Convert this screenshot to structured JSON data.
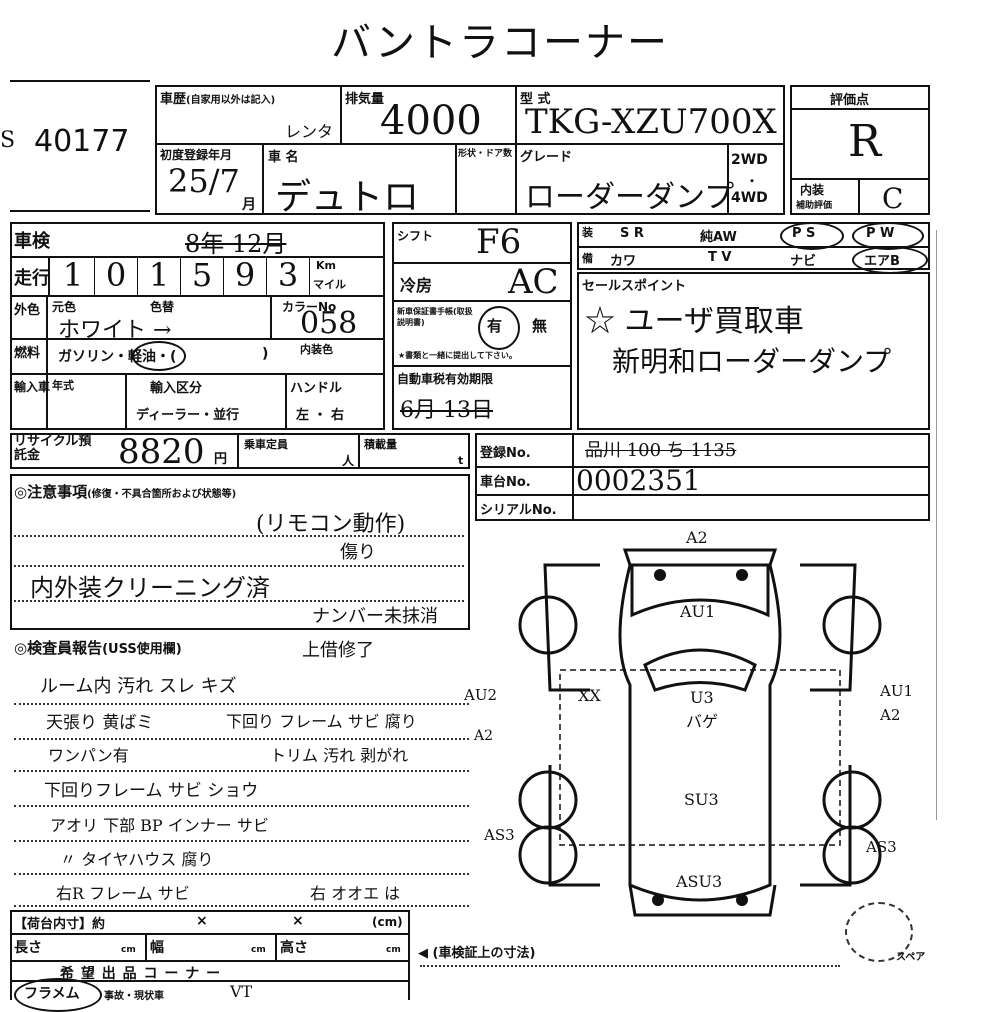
{
  "title": "バントラコーナー",
  "lot": {
    "number": "40177",
    "prefix": "S"
  },
  "history": {
    "label": "車歴",
    "note": "(自家用以外は記入)",
    "value": "レンタ"
  },
  "displacement": {
    "label": "排気量",
    "value": "4000"
  },
  "model": {
    "label": "型 式",
    "value": "TKG-XZU700X"
  },
  "score": {
    "label": "評価点",
    "value": "R"
  },
  "first_reg": {
    "label": "初度登録年月",
    "value": "25/7",
    "unit": "月"
  },
  "car_name": {
    "label": "車 名",
    "value": "デュトロ"
  },
  "shape_label": "形状・ドア数",
  "grade": {
    "label": "グレード",
    "value": "ローダーダンプ"
  },
  "drive": {
    "wd2": "2WD",
    "wd4": "4WD"
  },
  "interior": {
    "label": "内装",
    "sublabel": "補助評価",
    "value": "C"
  },
  "shaken": {
    "label": "車検",
    "value": "8年 12月"
  },
  "mileage": {
    "label": "走行",
    "digits": [
      "1",
      "0",
      "1",
      "5",
      "9",
      "3"
    ],
    "unit_km": "Km",
    "unit_mile": "マイル"
  },
  "shift": {
    "label": "シフト",
    "value": "F6"
  },
  "aircon": {
    "label": "冷房",
    "value": "AC"
  },
  "equip": {
    "items": [
      "装",
      "S R",
      "純AW",
      "P S",
      "P W",
      "備",
      "カワ",
      "T V",
      "ナビ",
      "エアB"
    ]
  },
  "color": {
    "label": "外色",
    "orig_label": "元色",
    "change_label": "色替",
    "value": "ホワイト →",
    "code_label": "カラーNo",
    "code": "058",
    "interior_color_label": "内装色"
  },
  "fuel": {
    "label": "燃料",
    "options": "ガソリン・軽油・(",
    "close": ")"
  },
  "manual": {
    "label": "新車保証書手帳(取扱説明書)",
    "yes": "有",
    "no": "無",
    "note": "★書類と一緒に提出して下さい。"
  },
  "sales_point": {
    "label": "セールスポイント",
    "line1": "☆ ユーザ買取車",
    "line2": "新明和ローダーダンプ"
  },
  "import": {
    "label": "輸入車",
    "year_label": "年式",
    "kbn_label": "輸入区分",
    "kbn_value": "ディーラー・並行",
    "handle_label": "ハンドル",
    "handle_value": "左 ・ 右"
  },
  "tax": {
    "label": "自動車税有効期限",
    "value": "6月 13日"
  },
  "recycle": {
    "label": "リサイクル預託金",
    "value": "8820",
    "unit": "円",
    "capacity_label": "乗車定員",
    "capacity_unit": "人",
    "load_label": "積載量",
    "load_unit": "t"
  },
  "reg_no": {
    "label": "登録No.",
    "value": "品川 100 ち 1135"
  },
  "chassis_no": {
    "label": "車台No.",
    "value": "0002351"
  },
  "serial_no": {
    "label": "シリアルNo."
  },
  "notes": {
    "label": "◎注意事項",
    "sublabel": "(修復・不具合箇所および状態等)",
    "lines": [
      "(リモコン動作)",
      "傷り",
      "内外装クリーニング済",
      "ナンバー未抹消"
    ]
  },
  "inspector": {
    "label": "◎検査員報告",
    "sublabel": "(USS使用欄)",
    "extra": "上借修了",
    "lines": [
      "ルーム内 汚れ スレ キズ",
      "天張り 黄ばミ",
      "下回り フレーム サビ 腐り",
      "ワンパン有",
      "トリム 汚れ 剥がれ",
      "下回りフレーム サビ ショウ",
      "アオリ 下部 BP インナー サビ",
      "〃 タイヤハウス 腐り",
      "右R フレーム サビ",
      "右 オオエ は"
    ]
  },
  "diagram": {
    "labels": [
      "A2",
      "AU1",
      "AU2",
      "A2",
      "XX",
      "U3",
      "バゲ",
      "AU1",
      "A2",
      "SU3",
      "AS3",
      "AS3",
      "ASU3"
    ],
    "spare": "スペア"
  },
  "cargo": {
    "label": "【荷台内寸】約",
    "x1": "×",
    "x2": "×",
    "unit": "(cm)"
  },
  "dims": {
    "length": "長さ",
    "width": "幅",
    "height": "高さ",
    "unit": "cm",
    "note": "(車検証上の寸法)"
  },
  "footer": {
    "label": "希 望 出 品 コ ー ナ ー",
    "frame": "フラメム",
    "accident": "事故・現状車",
    "mark": "VT"
  }
}
